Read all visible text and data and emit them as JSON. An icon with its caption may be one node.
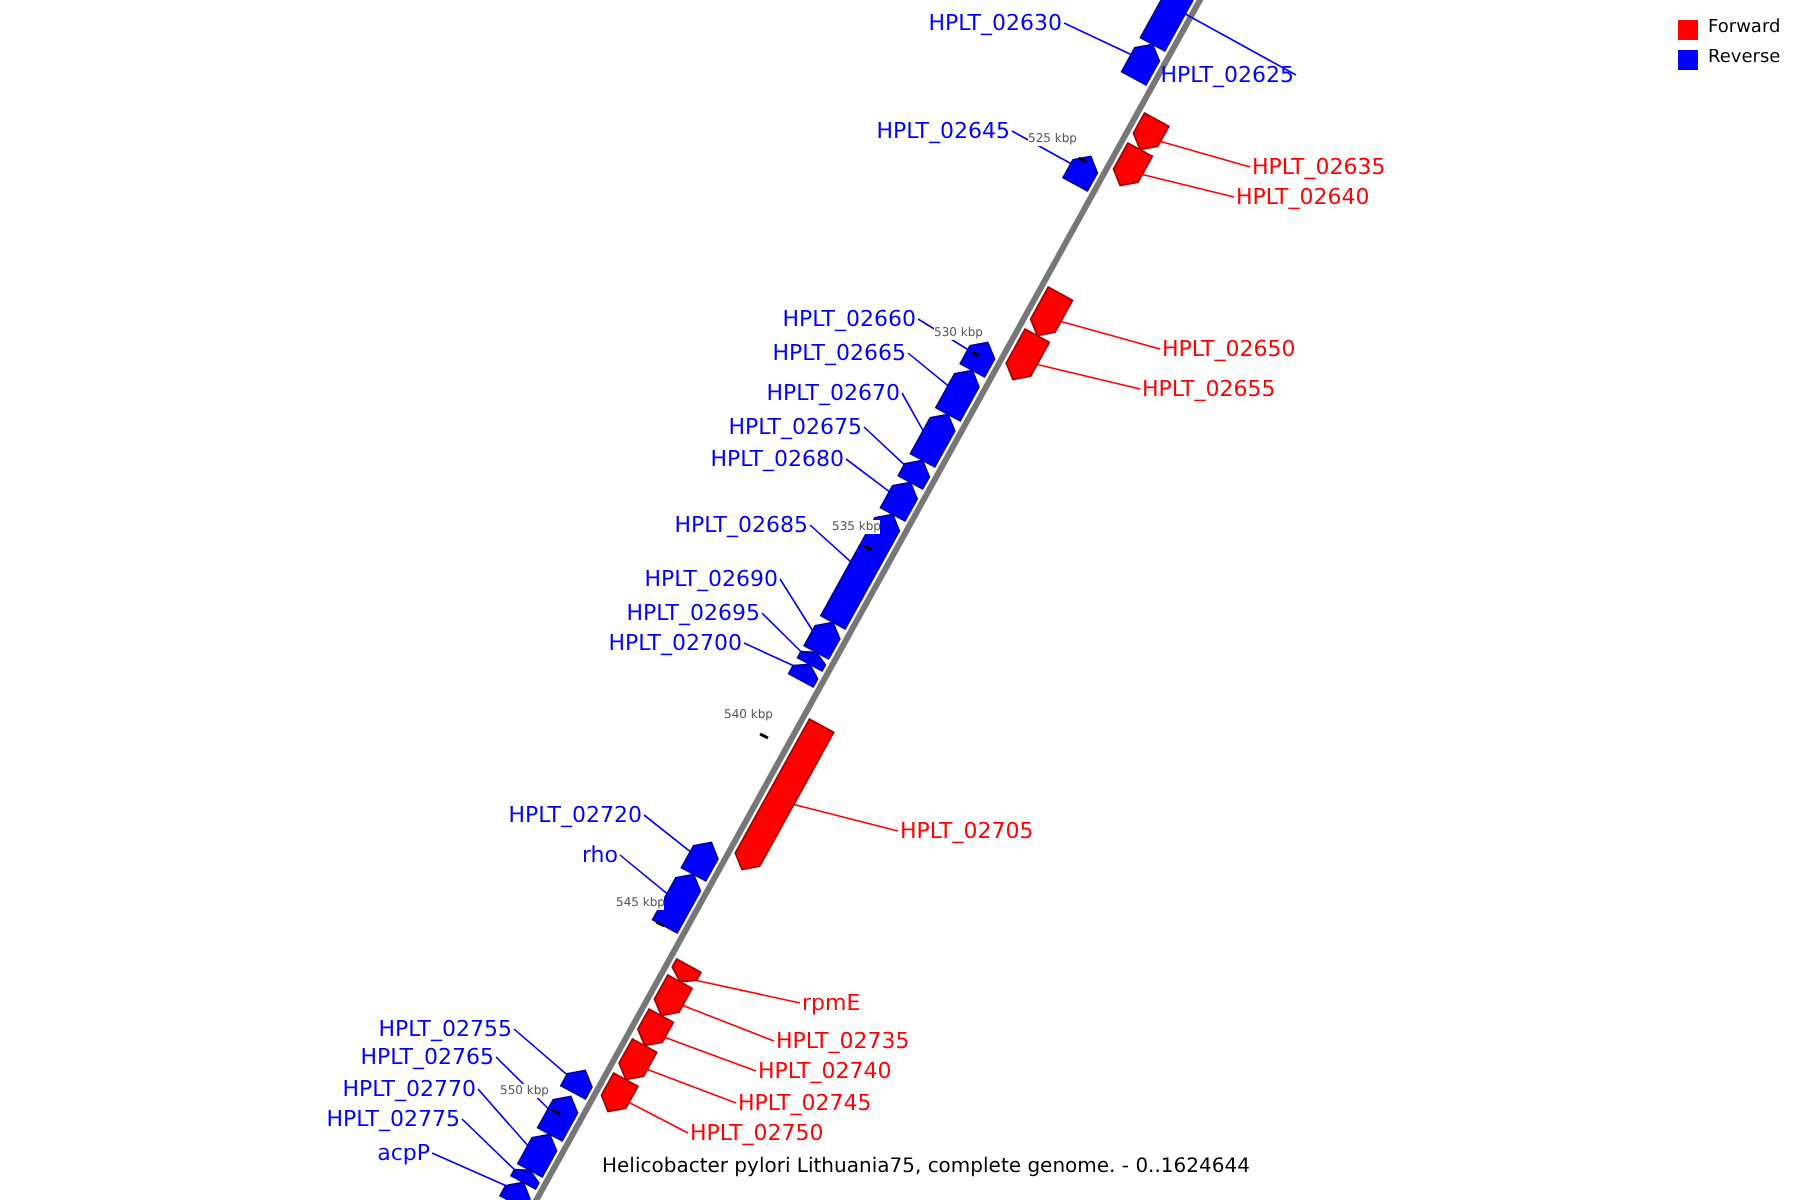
{
  "diagram": {
    "caption": "Helicobacter pylori Lithuania75, complete genome. - 0..1624644",
    "nodes": [
      {
        "text": [
          "HPLT_02630"
        ]
      },
      {
        "text": [],
        "shape": "bar"
      },
      {
        "text": [
          "HPLT_02625"
        ]
      },
      {
        "text": [],
        "shape": "bar"
      },
      {
        "text": [
          "HPLT_02645"
        ]
      },
      {
        "text": [],
        "shape": "bar"
      },
      {
        "text": [
          "HPLT_02635"
        ]
      },
      {
        "text": [],
        "shape": "bar"
      },
      {
        "text": [
          "HPLT_02640"
        ]
      },
      {
        "text": [],
        "shape": "bar"
      },
      {
        "text": [
          "HPLT_02660"
        ]
      },
      {
        "text": [],
        "shape": "bar"
      },
      {
        "text": [
          "HPLT_02650"
        ]
      },
      {
        "text": [],
        "shape": "bar"
      },
      {
        "text": [
          "HPLT_02665"
        ]
      },
      {
        "text": [],
        "shape": "bar"
      },
      {
        "text": [
          "HPLT_02655"
        ]
      },
      {
        "text": [],
        "shape": "bar"
      },
      {
        "text": [
          "HPLT_02670"
        ]
      },
      {
        "text": [],
        "shape": "bar"
      },
      {
        "text": [
          "HPLT_02675"
        ]
      },
      {
        "text": [],
        "shape": "bar"
      },
      {
        "text": [
          "HPLT_02680"
        ]
      },
      {
        "text": [],
        "shape": "bar"
      },
      {
        "text": [
          "HPLT_02685"
        ]
      },
      {
        "text": [],
        "shape": "bar"
      },
      {
        "text": [
          "HPLT_02690"
        ]
      },
      {
        "text": [],
        "shape": "bar"
      },
      {
        "text": [
          "HPLT_02695"
        ]
      },
      {
        "text": [],
        "shape": "bar"
      },
      {
        "text": [
          "HPLT_02700"
        ]
      },
      {
        "text": [],
        "shape": "bar"
      },
      {
        "text": [
          "HPLT_02720"
        ]
      },
      {
        "text": [],
        "shape": "bar"
      },
      {
        "text": [
          "HPLT_02705"
        ]
      },
      {
        "text": [],
        "shape": "bar"
      },
      {
        "text": [
          "rho"
        ]
      },
      {
        "text": [],
        "shape": "bar"
      },
      {
        "text": [
          "rpmE"
        ]
      },
      {
        "text": [],
        "shape": "bar"
      },
      {
        "text": [
          "HPLT_02755"
        ]
      },
      {
        "text": [],
        "shape": "bar"
      },
      {
        "text": [
          "HPLT_02735"
        ]
      },
      {
        "text": [],
        "shape": "bar"
      },
      {
        "text": [
          "HPLT_02765"
        ]
      },
      {
        "text": [],
        "shape": "bar"
      },
      {
        "text": [
          "HPLT_02740"
        ]
      },
      {
        "text": [],
        "shape": "bar"
      },
      {
        "text": [
          "HPLT_02770"
        ]
      },
      {
        "text": [],
        "shape": "bar"
      },
      {
        "text": [
          "HPLT_02745"
        ]
      },
      {
        "text": [],
        "shape": "bar"
      },
      {
        "text": [
          "HPLT_02775"
        ]
      },
      {
        "text": [],
        "shape": "bar"
      },
      {
        "text": [
          "HPLT_02750"
        ]
      },
      {
        "text": [],
        "shape": "bar"
      },
      {
        "text": [
          "acpP"
        ]
      },
      {
        "text": [],
        "shape": "bar"
      }
    ],
    "edges": [
      {
        "from": 0,
        "to": 1,
        "arrow": "none"
      },
      {
        "from": 2,
        "to": 3,
        "arrow": "none"
      },
      {
        "from": 4,
        "to": 5,
        "arrow": "none"
      },
      {
        "from": 6,
        "to": 7,
        "arrow": "none",
        "color": "#ff0000"
      },
      {
        "from": 8,
        "to": 9,
        "arrow": "none",
        "color": "#ff0000"
      },
      {
        "from": 10,
        "to": 11,
        "arrow": "none"
      },
      {
        "from": 12,
        "to": 13,
        "arrow": "none",
        "color": "#ff0000"
      },
      {
        "from": 14,
        "to": 15,
        "arrow": "none"
      },
      {
        "from": 16,
        "to": 17,
        "arrow": "none",
        "color": "#ff0000"
      },
      {
        "from": 18,
        "to": 19,
        "arrow": "none"
      },
      {
        "from": 20,
        "to": 21,
        "arrow": "none"
      },
      {
        "from": 22,
        "to": 23,
        "arrow": "none"
      },
      {
        "from": 24,
        "to": 25,
        "arrow": "none"
      },
      {
        "from": 26,
        "to": 27,
        "arrow": "none"
      },
      {
        "from": 28,
        "to": 29,
        "arrow": "none"
      },
      {
        "from": 30,
        "to": 31,
        "arrow": "none"
      },
      {
        "from": 32,
        "to": 33,
        "arrow": "none"
      },
      {
        "from": 34,
        "to": 35,
        "arrow": "none",
        "color": "#ff0000"
      },
      {
        "from": 36,
        "to": 37,
        "arrow": "none"
      },
      {
        "from": 38,
        "to": 39,
        "arrow": "none",
        "color": "#ff0000"
      },
      {
        "from": 40,
        "to": 41,
        "arrow": "none"
      },
      {
        "from": 42,
        "to": 43,
        "arrow": "none",
        "color": "#ff0000"
      },
      {
        "from": 44,
        "to": 45,
        "arrow": "none"
      },
      {
        "from": 46,
        "to": 47,
        "arrow": "none",
        "color": "#ff0000"
      },
      {
        "from": 48,
        "to": 49,
        "arrow": "none"
      },
      {
        "from": 50,
        "to": 51,
        "arrow": "none",
        "color": "#ff0000"
      },
      {
        "from": 52,
        "to": 53,
        "arrow": "none"
      },
      {
        "from": 54,
        "to": 55,
        "arrow": "none",
        "color": "#ff0000"
      },
      {
        "from": 56,
        "to": 57,
        "arrow": "none"
      }
    ],
    "labels": [
      "525 kbp",
      "530 kbp",
      "535 kbp",
      "540 kbp",
      "545 kbp",
      "550 kbp"
    ],
    "legend": [
      {
        "text": "Forward",
        "color": "#ff0000"
      },
      {
        "text": "Reverse",
        "color": "#0000ff"
      }
    ]
  }
}
